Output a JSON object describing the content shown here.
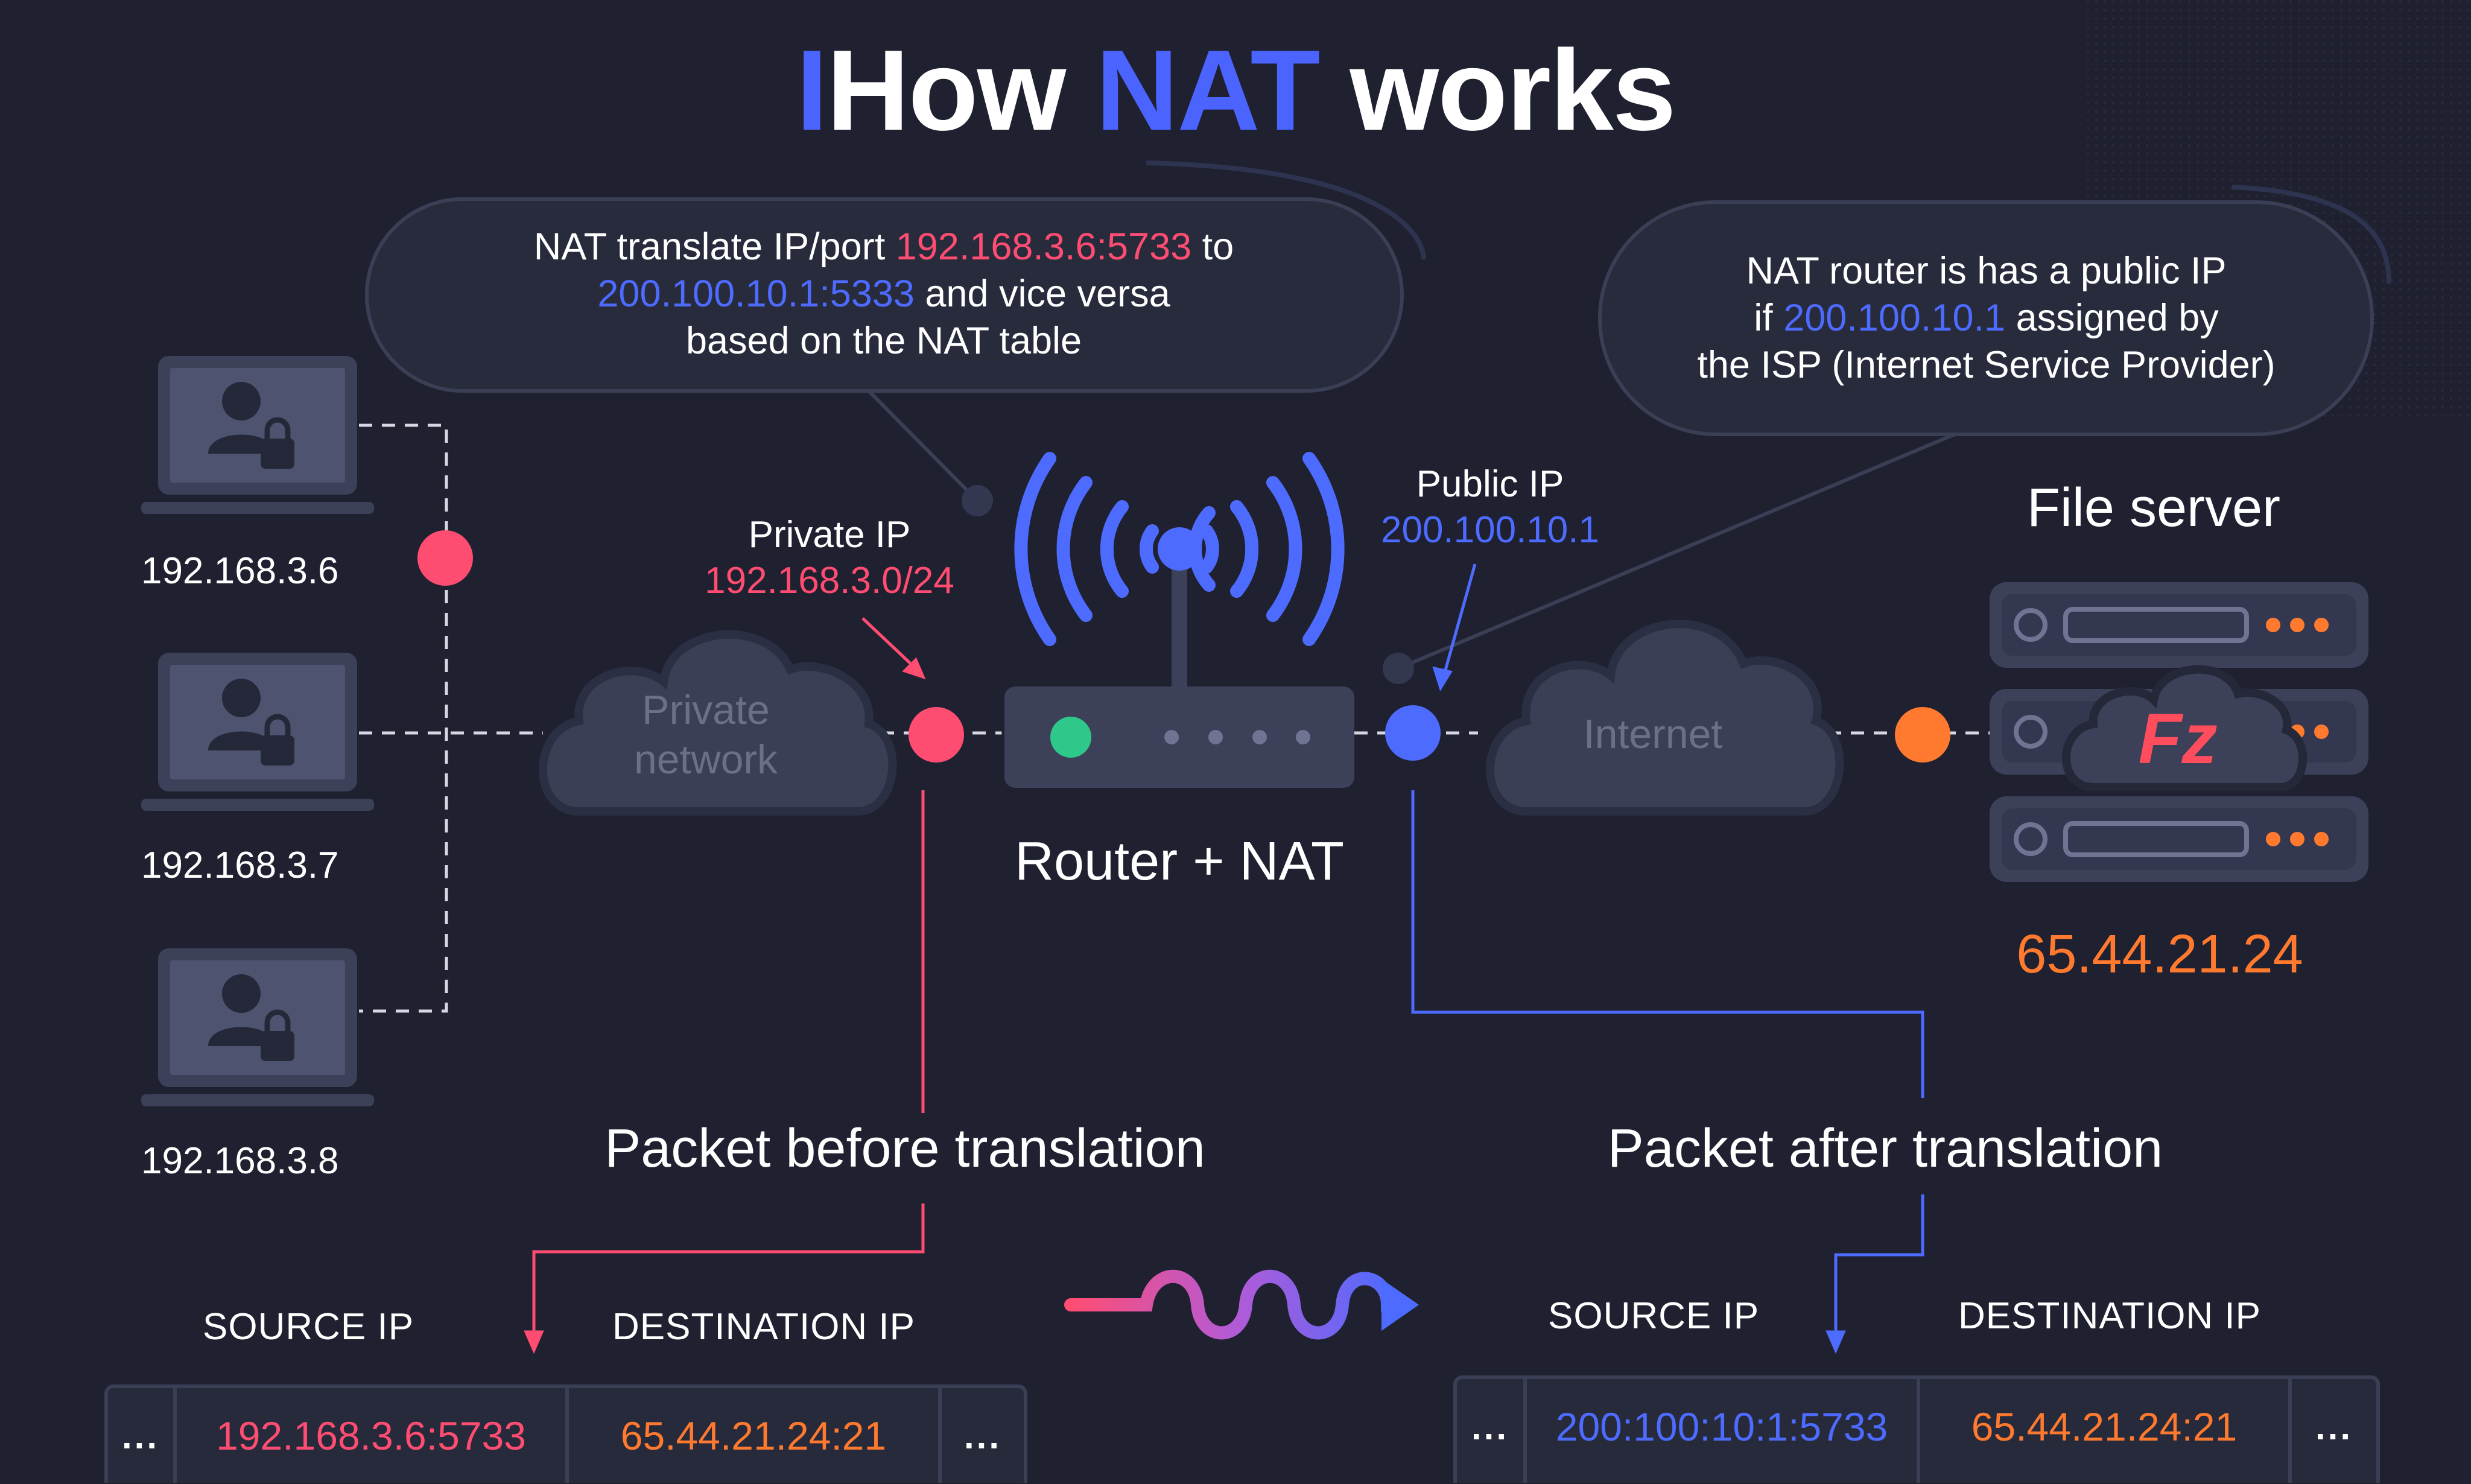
{
  "title": {
    "cursor": "I",
    "prefix": "How ",
    "accent": "NAT",
    "suffix": " works"
  },
  "callout_left": {
    "line1_pre": "NAT translate  IP/port ",
    "line1_ip": "192.168.3.6:5733",
    "line1_post": " to",
    "line2_ip": "200.100.10.1:5333",
    "line2_post": " and vice versa",
    "line3": "based on the NAT table"
  },
  "callout_right": {
    "line1": "NAT router is has a public IP",
    "line2_pre": "if ",
    "line2_ip": "200.100.10.1",
    "line2_post": " assigned by",
    "line3": "the ISP (Internet Service Provider)"
  },
  "hosts": [
    {
      "ip": "192.168.3.6"
    },
    {
      "ip": "192.168.3.7"
    },
    {
      "ip": "192.168.3.8"
    }
  ],
  "private_ip": {
    "label": "Private IP",
    "value": "192.168.3.0/24"
  },
  "public_ip": {
    "label": "Public IP",
    "value": "200.100.10.1"
  },
  "clouds": {
    "private": "Private\nnetwork",
    "internet": "Internet"
  },
  "router_label": "Router + NAT",
  "file_server": {
    "label": "File server",
    "ip": "65.44.21.24",
    "logo_text": "Fz"
  },
  "packet_before": {
    "heading": "Packet before translation",
    "source_header": "SOURCE IP",
    "dest_header": "DESTINATION IP",
    "ellipsis": "...",
    "source": "192.168.3.6:5733",
    "dest": "65.44.21.24:21"
  },
  "packet_after": {
    "heading": "Packet after translation",
    "source_header": "SOURCE IP",
    "dest_header": "DESTINATION IP",
    "ellipsis": "...",
    "source": "200:100:10:1:5733",
    "dest": "65.44.21.24:21"
  },
  "colors": {
    "background": "#1f2130",
    "private": "#ff4d72",
    "public": "#4d6bff",
    "server": "#ff7a2e",
    "router_led": "#2ec98a"
  },
  "icons": [
    "laptop-user-lock-icon",
    "router-icon",
    "wifi-signal-icon",
    "server-rack-icon",
    "filezilla-logo-icon",
    "cloud-icon",
    "wavy-arrow-icon"
  ]
}
